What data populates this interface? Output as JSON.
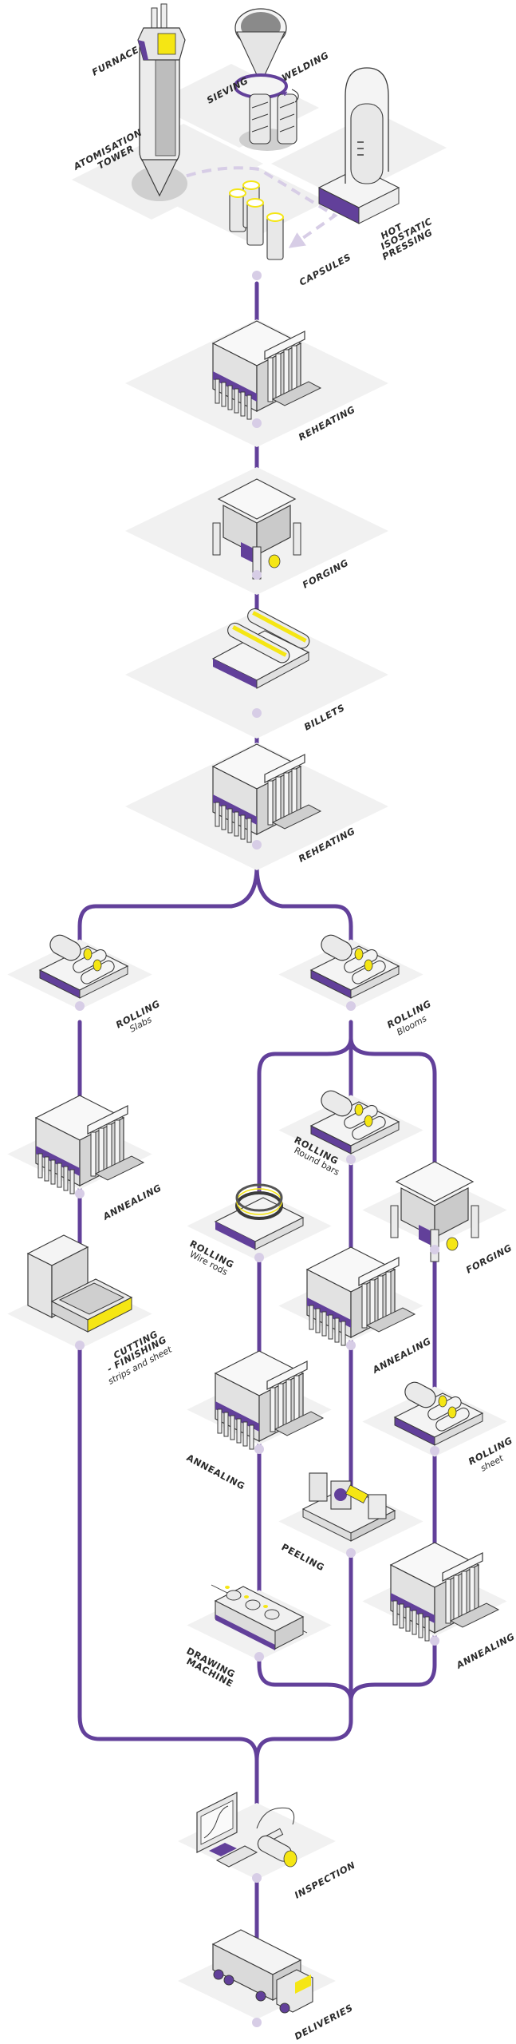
{
  "title": "Powder metallurgy and hot working process flow",
  "colors": {
    "accent": "#62409a",
    "accent_light": "#d7cde6",
    "highlight": "#f5e614",
    "platform": "#f1f1f1",
    "machine": "#e4e4e4",
    "outline": "#3b3b3b"
  },
  "stations": {
    "furnace": {
      "label": "FURNACE",
      "icon": "furnace-icon"
    },
    "atomisation": {
      "line1": "ATOMISATION",
      "line2": "TOWER",
      "icon": "atomisation-tower-icon"
    },
    "sieving": {
      "label": "SIEVING",
      "icon": "sieve-funnel-icon"
    },
    "welding": {
      "label": "WELDING",
      "icon": "welding-icon"
    },
    "hip": {
      "line1": "HOT",
      "line2": "ISOSTATIC",
      "line3": "PRESSING",
      "icon": "isostatic-press-icon"
    },
    "capsules": {
      "label": "CAPSULES",
      "icon": "capsules-icon"
    },
    "reheating_1": {
      "label": "REHEATING",
      "icon": "reheating-furnace-icon"
    },
    "forging_1": {
      "label": "FORGING",
      "icon": "forging-press-icon"
    },
    "billets": {
      "label": "BILLETS",
      "icon": "billets-icon"
    },
    "reheating_2": {
      "label": "REHEATING",
      "icon": "reheating-furnace-icon"
    },
    "rolling_slabs": {
      "label": "ROLLING",
      "sub": "Slabs",
      "icon": "rolling-mill-icon"
    },
    "rolling_blooms": {
      "label": "ROLLING",
      "sub": "Blooms",
      "icon": "rolling-mill-icon"
    },
    "annealing_left": {
      "label": "ANNEALING",
      "icon": "annealing-furnace-icon"
    },
    "cutting": {
      "line1": "CUTTING",
      "line2": "- FINISHING",
      "sub": "strips and sheet",
      "icon": "cutting-machine-icon"
    },
    "rolling_round_bars": {
      "label": "ROLLING",
      "sub": "Round bars",
      "icon": "rolling-mill-icon"
    },
    "rolling_wire_rods": {
      "label": "ROLLING",
      "sub": "Wire rods",
      "icon": "wire-coil-icon"
    },
    "forging_2": {
      "label": "FORGING",
      "icon": "forging-press-icon"
    },
    "annealing_center": {
      "label": "ANNEALING",
      "icon": "annealing-furnace-icon"
    },
    "annealing_wire": {
      "label": "ANNEALING",
      "icon": "annealing-furnace-icon"
    },
    "rolling_sheet": {
      "label": "ROLLING",
      "sub": "sheet",
      "icon": "rolling-mill-icon"
    },
    "peeling": {
      "label": "PEELING",
      "icon": "peeling-machine-icon"
    },
    "drawing": {
      "line1": "DRAWING",
      "line2": "MACHINE",
      "icon": "drawing-machine-icon"
    },
    "annealing_right": {
      "label": "ANNEALING",
      "icon": "annealing-furnace-icon"
    },
    "inspection": {
      "label": "INSPECTION",
      "icon": "inspection-computer-icon"
    },
    "deliveries": {
      "label": "DELIVERIES",
      "icon": "delivery-truck-icon"
    }
  }
}
